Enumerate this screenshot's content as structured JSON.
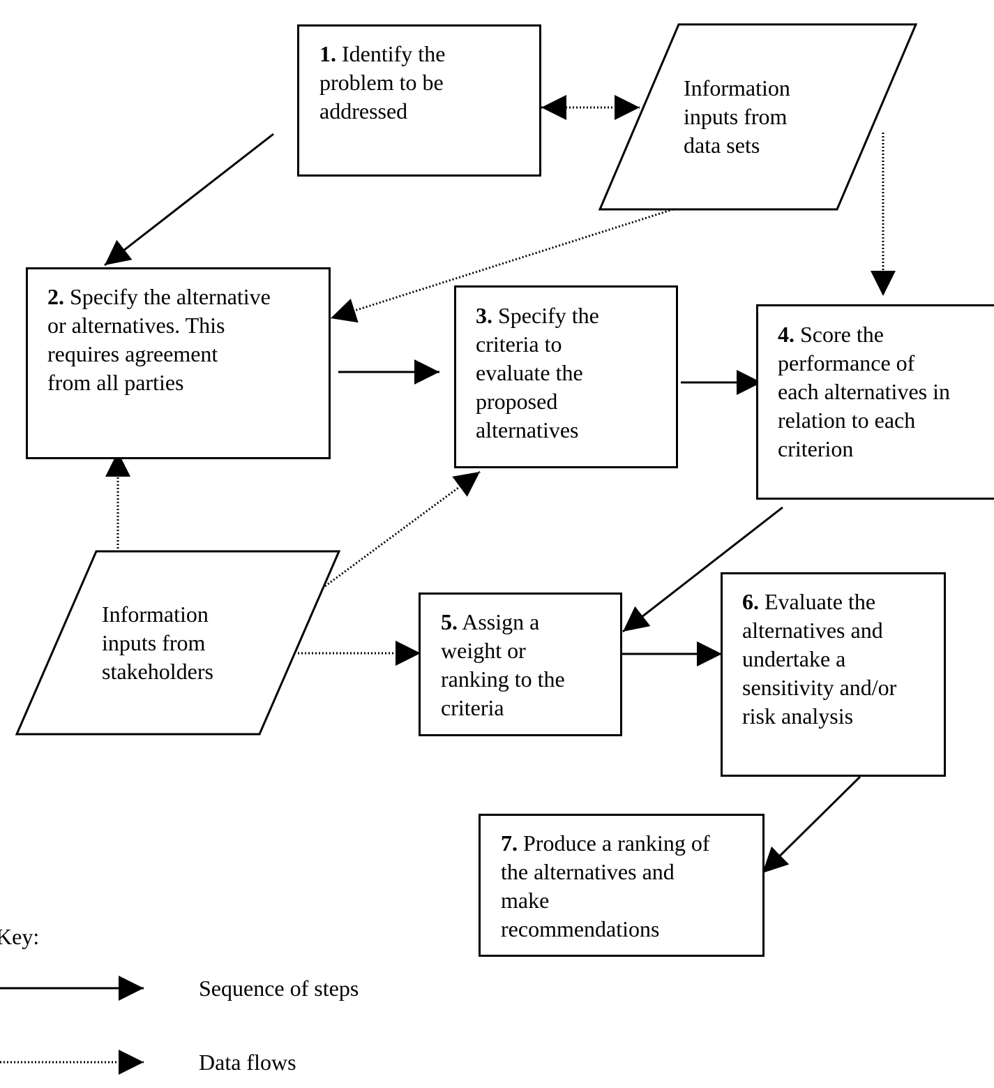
{
  "steps": {
    "s1": {
      "num": "1.",
      "line1": "Identify the",
      "line2": "problem to be",
      "line3": "addressed"
    },
    "s2": {
      "num": "2.",
      "line1": "Specify the alternative",
      "line2": "or alternatives. This",
      "line3": "requires agreement",
      "line4": "from all parties"
    },
    "s3": {
      "num": "3.",
      "line1": "Specify the",
      "line2": "criteria to",
      "line3": "evaluate the",
      "line4": "proposed",
      "line5": "alternatives"
    },
    "s4": {
      "num": "4.",
      "line1": "Score the",
      "line2": "performance of",
      "line3": "each alternatives in",
      "line4": "relation to each",
      "line5": "criterion"
    },
    "s5": {
      "num": "5.",
      "line1": "Assign a",
      "line2": "weight or",
      "line3": "ranking to the",
      "line4": "criteria"
    },
    "s6": {
      "num": "6.",
      "line1": "Evaluate the",
      "line2": "alternatives and",
      "line3": "undertake a",
      "line4": "sensitivity and/or",
      "line5": "risk analysis"
    },
    "s7": {
      "num": "7.",
      "line1": "Produce a ranking of",
      "line2": "the alternatives and",
      "line3": "make",
      "line4": "recommendations"
    }
  },
  "inputs": {
    "datasets": {
      "line1": "Information",
      "line2": "inputs from",
      "line3": "data sets"
    },
    "stakeholders": {
      "line1": "Information",
      "line2": "inputs from",
      "line3": "stakeholders"
    }
  },
  "key": {
    "title": "Key:",
    "sequence": "Sequence of steps",
    "dataflow": "Data flows"
  }
}
